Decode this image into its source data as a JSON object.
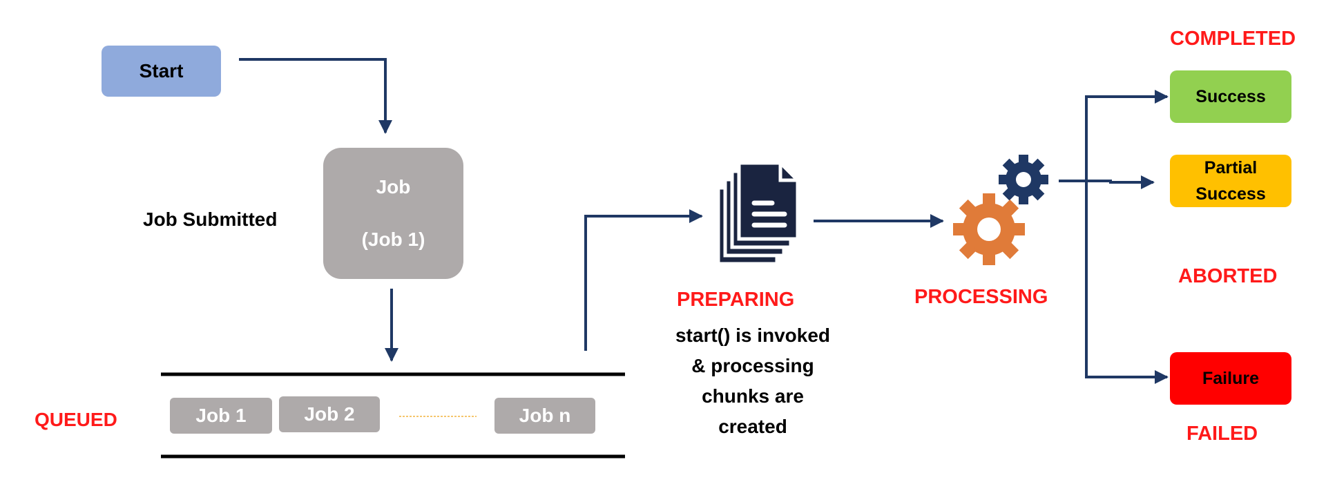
{
  "start": {
    "label": "Start"
  },
  "job": {
    "line1": "Job",
    "line2": "(Job 1)",
    "caption": "Job Submitted"
  },
  "queue": {
    "state": "QUEUED",
    "items": [
      {
        "label": "Job 1"
      },
      {
        "label": "Job 2"
      },
      {
        "label": "Job n"
      }
    ]
  },
  "preparing": {
    "state": "PREPARING",
    "desc": [
      "start() is invoked",
      "& processing",
      "chunks are",
      "created"
    ],
    "icon": "document-stack-icon"
  },
  "processing": {
    "state": "PROCESSING",
    "icon": "gears-icon"
  },
  "outcomes": {
    "completed_state": "COMPLETED",
    "success": "Success",
    "partial_line1": "Partial",
    "partial_line2": "Success",
    "aborted_state": "ABORTED",
    "failure": "Failure",
    "failed_state": "FAILED"
  },
  "colors": {
    "arrow": "#1f3864",
    "start_box": "#8faadc",
    "job_box": "#aeaaaa",
    "success": "#92d050",
    "partial": "#ffc000",
    "failure": "#ff0000",
    "state_text": "#ff1a1a",
    "gear_orange": "#e07b39",
    "gear_navy": "#1f3864"
  }
}
